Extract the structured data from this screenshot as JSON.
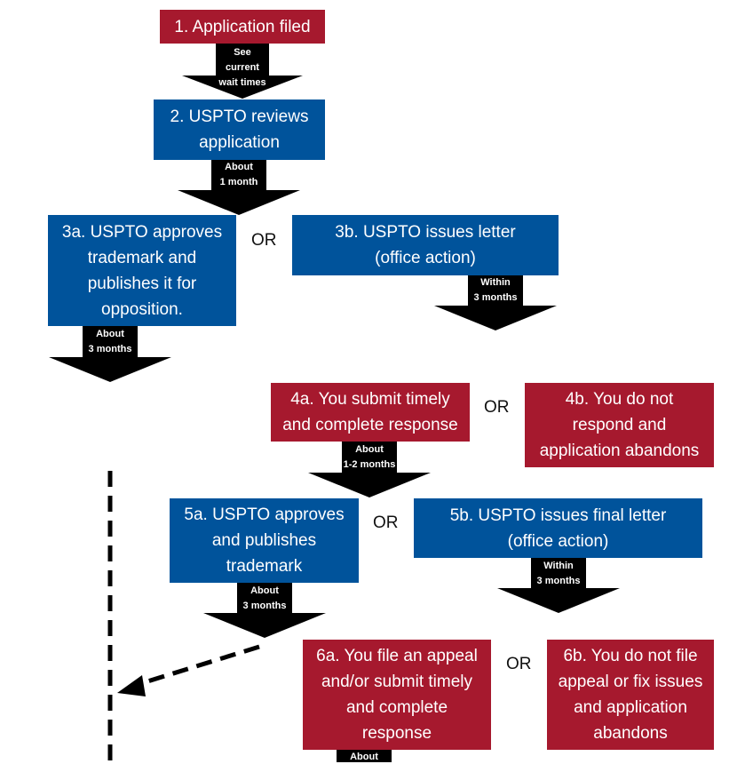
{
  "steps": {
    "s1": "1. Application filed",
    "s2": "2. USPTO reviews\napplication",
    "s3a": "3a. USPTO approves\ntrademark and\npublishes it for\nopposition.",
    "s3b": "3b. USPTO issues letter\n(office action)",
    "s4a": "4a. You submit timely\nand complete response",
    "s4b": "4b. You do not\nrespond and\napplication abandons",
    "s5a": "5a. USPTO approves\nand publishes\ntrademark",
    "s5b": "5b. USPTO issues final letter\n(office action)",
    "s6a": "6a. You file an appeal\nand/or submit timely\nand complete\nresponse",
    "s6b": "6b. You do not file\nappeal or fix issues\nand application\nabandons"
  },
  "arrows": {
    "a1": "See\ncurrent\nwait times",
    "a2": "About\n1 month",
    "a3a": "About\n3 months",
    "a3b": "Within\n3 months",
    "a4a": "About\n1-2 months",
    "a5a": "About\n3 months",
    "a5b": "Within\n3 months",
    "a6a": "About"
  },
  "or_label": "OR",
  "colors": {
    "red": "#a6192e",
    "blue": "#00539b",
    "arrow": "#000000"
  }
}
